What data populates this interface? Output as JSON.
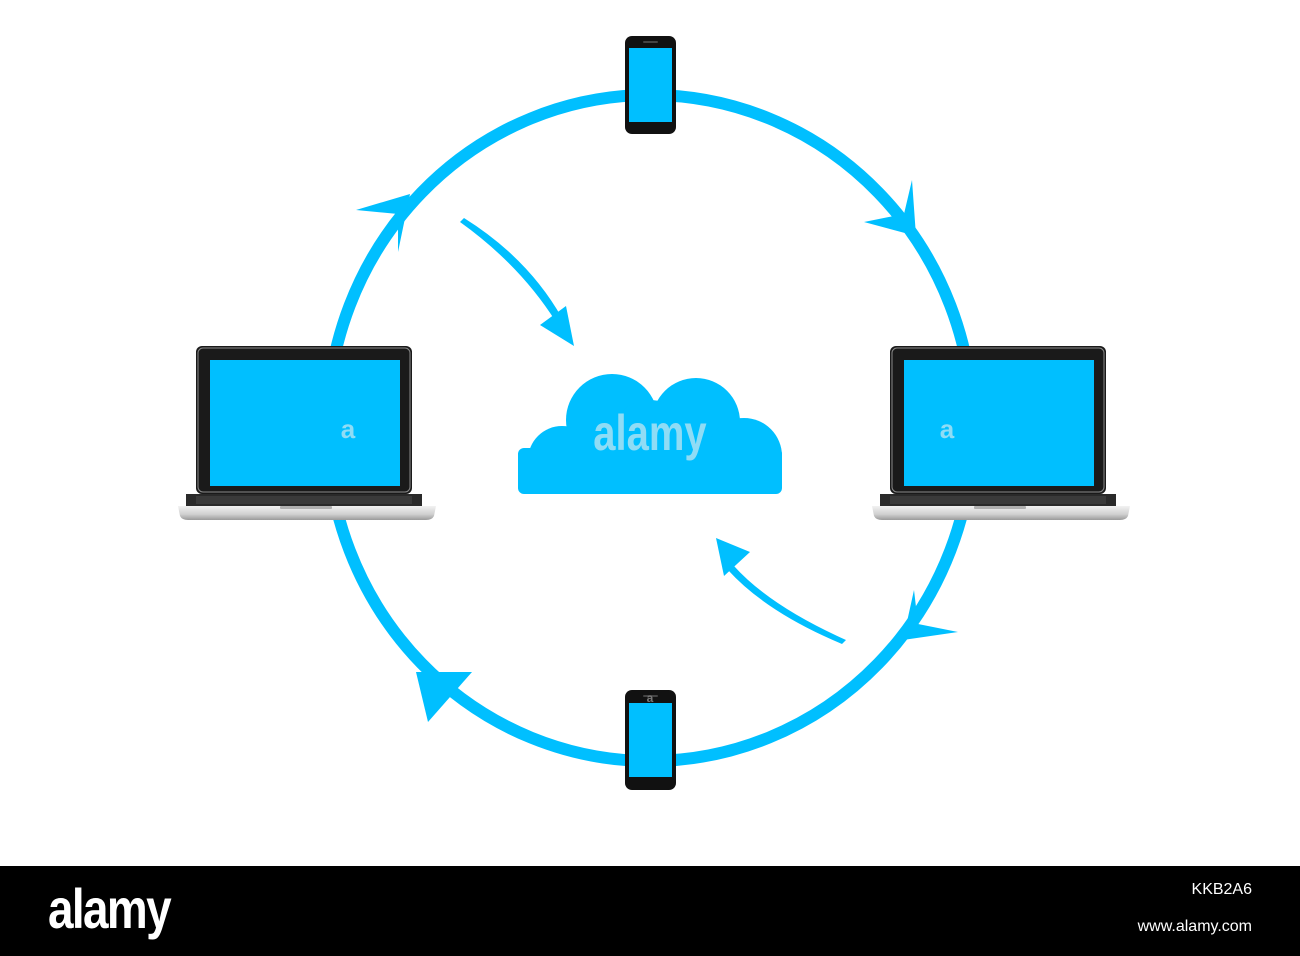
{
  "diagram": {
    "cloud_label": "alamy",
    "screen_watermark": "a",
    "colors": {
      "accent": "#00BFFF",
      "device_frame": "#111111",
      "laptop_base": "#d8d8d8",
      "cloud_text": "#8fdcf5"
    },
    "nodes": [
      {
        "id": "phone-top",
        "kind": "smartphone"
      },
      {
        "id": "laptop-right",
        "kind": "laptop"
      },
      {
        "id": "phone-bottom",
        "kind": "smartphone"
      },
      {
        "id": "laptop-left",
        "kind": "laptop"
      },
      {
        "id": "cloud-center",
        "kind": "cloud"
      }
    ],
    "edges": [
      {
        "from": "phone-top",
        "to": "laptop-right",
        "style": "ring-arrow"
      },
      {
        "from": "laptop-right",
        "to": "phone-bottom",
        "style": "ring-arrow"
      },
      {
        "from": "phone-bottom",
        "to": "laptop-left",
        "style": "ring-arrow"
      },
      {
        "from": "laptop-left",
        "to": "phone-top",
        "style": "ring-arrow"
      },
      {
        "from": "ring",
        "to": "cloud-center",
        "style": "curved-arrow"
      },
      {
        "from": "ring",
        "to": "cloud-center",
        "style": "curved-arrow"
      }
    ]
  },
  "footer": {
    "logo": "alamy",
    "image_id": "KKB2A6",
    "url": "www.alamy.com"
  }
}
